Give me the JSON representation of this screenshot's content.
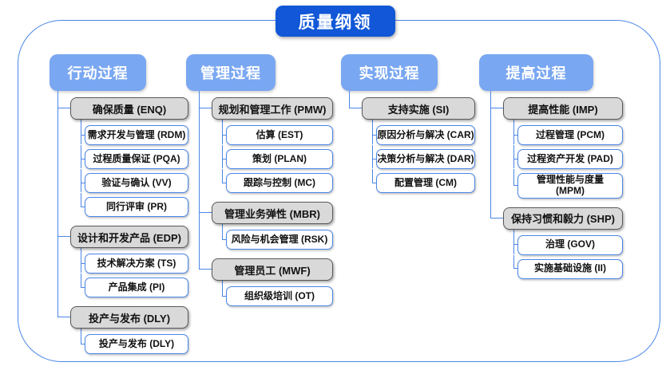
{
  "title": "质量纲领",
  "colors": {
    "title_bg": "#1157d7",
    "title_text": "#ffffff",
    "header_bg": "#7aa7f1",
    "header_text": "#ffffff",
    "group_bg": "#d9d9d9",
    "group_border": "#595959",
    "item_border": "#4a86e8",
    "line": "#4a86e8"
  },
  "columns": [
    {
      "header": "行动过程",
      "groups": [
        {
          "label": "确保质量 (ENQ)",
          "children": [
            "需求开发与管理 (RDM)",
            "过程质量保证 (PQA)",
            "验证与确认 (VV)",
            "同行评审 (PR)"
          ]
        },
        {
          "label": "设计和开发产品 (EDP)",
          "children": [
            "技术解决方案 (TS)",
            "产品集成 (PI)"
          ]
        },
        {
          "label": "投产与发布 (DLY)",
          "children": [
            "投产与发布 (DLY)"
          ]
        }
      ]
    },
    {
      "header": "管理过程",
      "groups": [
        {
          "label": "规划和管理工作 (PMW)",
          "children": [
            "估算 (EST)",
            "策划 (PLAN)",
            "跟踪与控制 (MC)"
          ]
        },
        {
          "label": "管理业务弹性 (MBR)",
          "children": [
            "风险与机会管理 (RSK)"
          ]
        },
        {
          "label": "管理员工 (MWF)",
          "children": [
            "组织级培训 (OT)"
          ]
        }
      ]
    },
    {
      "header": "实现过程",
      "groups": [
        {
          "label": "支持实施 (SI)",
          "children": [
            "原因分析与解决 (CAR)",
            "决策分析与解决 (DAR)",
            "配置管理 (CM)"
          ]
        }
      ]
    },
    {
      "header": "提高过程",
      "groups": [
        {
          "label": "提高性能 (IMP)",
          "children": [
            "过程管理 (PCM)",
            "过程资产开发 (PAD)",
            "管理性能与度量\n(MPM)"
          ]
        },
        {
          "label": "保持习惯和毅力 (SHP)",
          "children": [
            "治理 (GOV)",
            "实施基础设施 (II)"
          ]
        }
      ]
    }
  ]
}
